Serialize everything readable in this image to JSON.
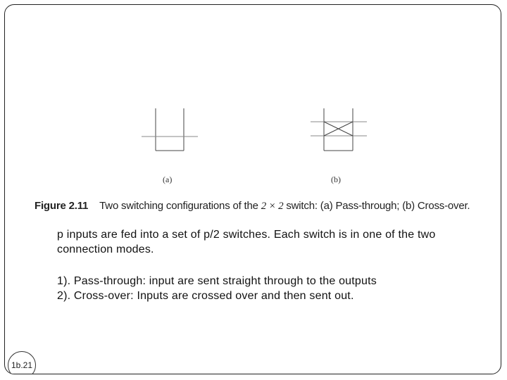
{
  "figure": {
    "sub_label_a": "(a)",
    "sub_label_b": "(b)",
    "caption_number": "Figure 2.11",
    "caption_text_before": "Two switching configurations of the ",
    "caption_math": "2 × 2",
    "caption_text_after": " switch: (a) Pass-through; (b) Cross-over."
  },
  "body": {
    "paragraph": "p inputs are fed into a set of p/2 switches. Each switch is in one of the two connection modes.",
    "item1": "1). Pass-through: input are sent straight through to the outputs",
    "item2": "2). Cross-over: Inputs are crossed over and then sent out."
  },
  "page_badge": "1b.21"
}
